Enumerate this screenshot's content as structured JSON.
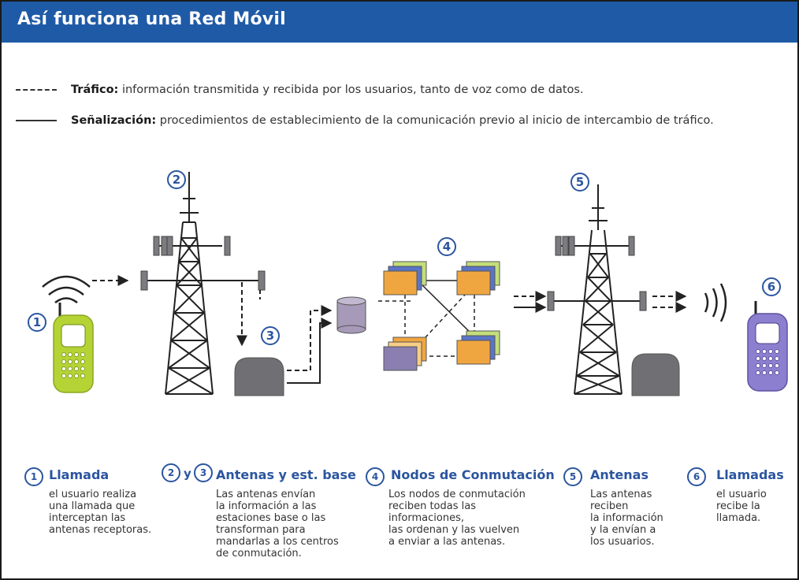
{
  "title": "Así funciona una Red Móvil",
  "legend": {
    "traffic_label": "Tráfico:",
    "traffic_text": " información transmitida y recibida por los usuarios, tanto de voz como de datos.",
    "signaling_label": "Señalización:",
    "signaling_text": " procedimientos de establecimiento de la comunicación previo al inicio de intercambio de tráfico."
  },
  "diagram_numbers": [
    "1",
    "2",
    "3",
    "4",
    "5",
    "6"
  ],
  "steps": [
    {
      "num": "1",
      "title": "Llamada",
      "text": "el usuario realiza\nuna llamada que\ninterceptan las\nantenas receptoras."
    },
    {
      "num": "2",
      "and": "y",
      "num2": "3",
      "title": "Antenas y est. base",
      "text": "Las antenas envían\nla información a las\nestaciones base o las\ntransforman para\nmandarlas a los centros\nde conmutación."
    },
    {
      "num": "4",
      "title": "Nodos de Conmutación",
      "text": "Los nodos de conmutación\nreciben todas las\ninformaciones,\nlas ordenan y las vuelven\na enviar a las antenas."
    },
    {
      "num": "5",
      "title": "Antenas",
      "text": "Las antenas\nreciben\nla información\ny la envían a\nlos usuarios."
    },
    {
      "num": "6",
      "title": "Llamadas",
      "text": "el usuario\nrecibe la\nllamada."
    }
  ],
  "colors": {
    "header": "#1f5aa6",
    "accent": "#2b55a0",
    "phone_green": "#b5d334",
    "phone_purple": "#8d7fd0",
    "base_station": "#6f6f74",
    "database": "#a79ab8",
    "node_orange": "#f0a640",
    "node_blue": "#5a74c6",
    "node_green": "#c4de7a"
  }
}
